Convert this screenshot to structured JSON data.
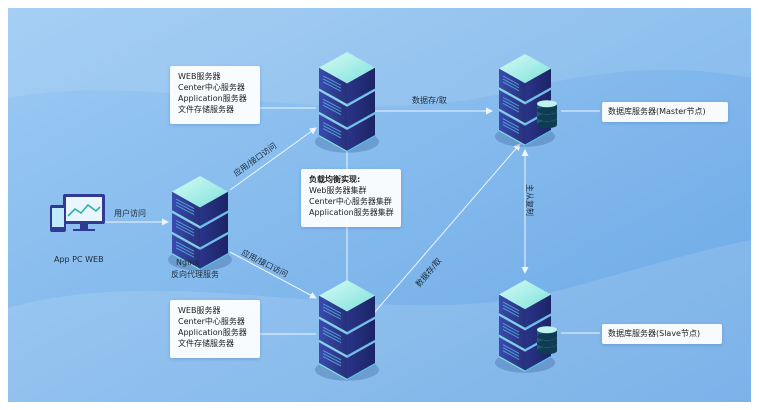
{
  "top_server_box": {
    "lines": [
      "WEB服务器",
      "Center中心服务器",
      "Application服务器",
      "文件存储服务器"
    ]
  },
  "bottom_server_box": {
    "lines": [
      "WEB服务器",
      "Center中心服务器",
      "Application服务器",
      "文件存储服务器"
    ]
  },
  "load_balance_box": {
    "heading": "负载均衡实现:",
    "lines": [
      "Web服务器集群",
      "Center中心服务器集群",
      "Application服务器集群"
    ]
  },
  "master_db_label": "数据库服务器(Master节点)",
  "slave_db_label": "数据库服务器(Slave节点)",
  "client_label": "App PC WEB",
  "nginx_label": "Nginx",
  "nginx_desc": "反向代理服务",
  "edges": {
    "user_access": "用户访问",
    "app_access_top": "应用/接口访问",
    "app_access_bottom": "应用/接口访问",
    "data_rw_top": "数据存/取",
    "data_rw_diag": "数据存/取",
    "master_slave": "主从复制"
  },
  "colors": {
    "background": "#7fb8ec",
    "server_top": "#a6f0e8",
    "server_body": "#2f3b92",
    "server_light": "#5bc0e8"
  },
  "icons": [
    "server-stack-icon",
    "database-server-icon",
    "monitor-icon",
    "phone-icon"
  ]
}
